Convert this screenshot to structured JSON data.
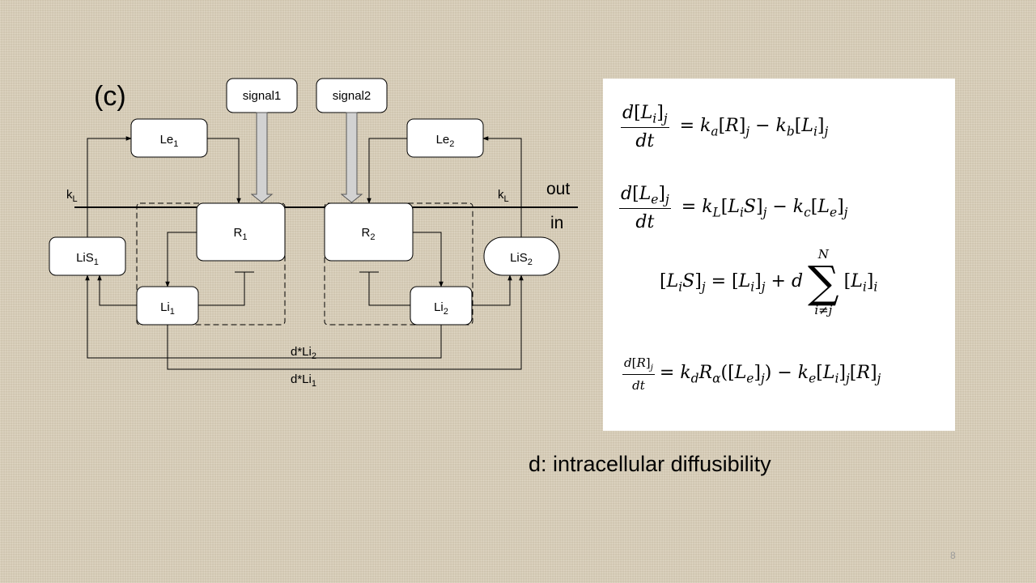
{
  "diagram": {
    "panel_label": "(c)",
    "signal1": "signal1",
    "signal2": "signal2",
    "le1": {
      "base": "Le",
      "sub": "1"
    },
    "le2": {
      "base": "Le",
      "sub": "2"
    },
    "r1": {
      "base": "R",
      "sub": "1"
    },
    "r2": {
      "base": "R",
      "sub": "2"
    },
    "lis1": {
      "base": "LiS",
      "sub": "1"
    },
    "lis2": {
      "base": "LiS",
      "sub": "2"
    },
    "li1": {
      "base": "Li",
      "sub": "1"
    },
    "li2": {
      "base": "Li",
      "sub": "2"
    },
    "kl_left": {
      "base": "k",
      "sub": "L"
    },
    "kl_right": {
      "base": "k",
      "sub": "L"
    },
    "out": "out",
    "in": "in",
    "dli2": {
      "base": "d*Li",
      "sub": "2"
    },
    "dli1": {
      "base": "d*Li",
      "sub": "1"
    }
  },
  "equations": {
    "eq1": "d[Li]j/dt = ka[R]j − kb[Li]j",
    "eq2": "d[Le]j/dt = kL[LiS]j − kc[Le]j",
    "eq3": "[LiS]j = [Li]j + d Σ(i≠j, N) [Li]i",
    "eq4": "d[R]j/dt = kd Rα([Le]j) − ke[Li]j[R]j"
  },
  "footnote": "d: intracellular diffusibility",
  "page_number": "8"
}
